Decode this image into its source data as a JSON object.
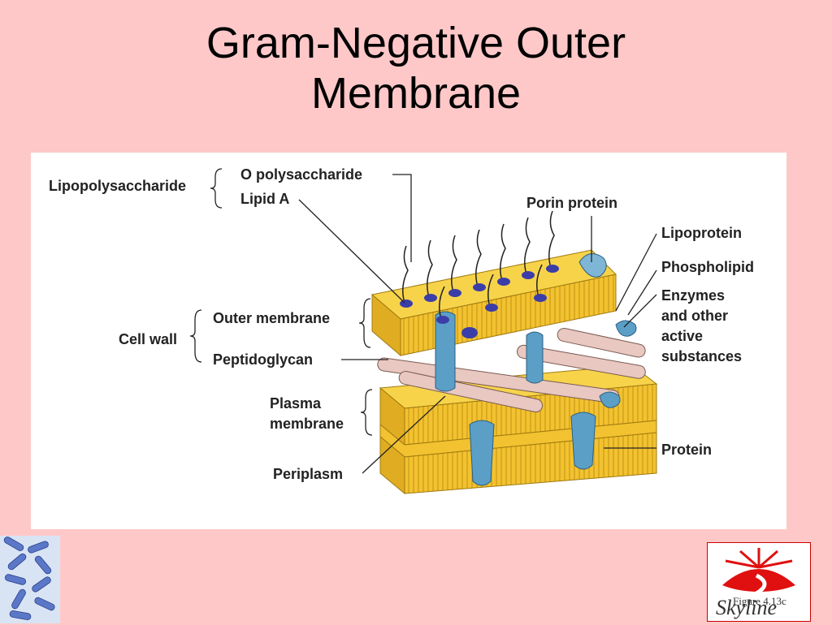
{
  "title": {
    "line1": "Gram-Negative Outer",
    "line2": "Membrane"
  },
  "diagram": {
    "labels": {
      "lipopolysaccharide": "Lipopolysaccharide",
      "o_polysaccharide": "O polysaccharide",
      "lipid_a": "Lipid A",
      "porin_protein": "Porin protein",
      "lipoprotein": "Lipoprotein",
      "phospholipid": "Phospholipid",
      "enzymes_l1": "Enzymes",
      "enzymes_l2": "and other",
      "enzymes_l3": "active",
      "enzymes_l4": "substances",
      "cell_wall": "Cell wall",
      "outer_membrane": "Outer membrane",
      "peptidoglycan": "Peptidoglycan",
      "plasma_l1": "Plasma",
      "plasma_l2": "membrane",
      "periplasm": "Periplasm",
      "protein": "Protein"
    }
  },
  "footer": {
    "figure_number": "Figure 4.13c",
    "logo_text": "Skyline"
  },
  "colors": {
    "background": "#ffc8c8",
    "membrane": "#f2c230",
    "protein": "#5b9fc7",
    "lps": "#3b3ea8",
    "peptidoglycan": "#e8c8c0"
  }
}
